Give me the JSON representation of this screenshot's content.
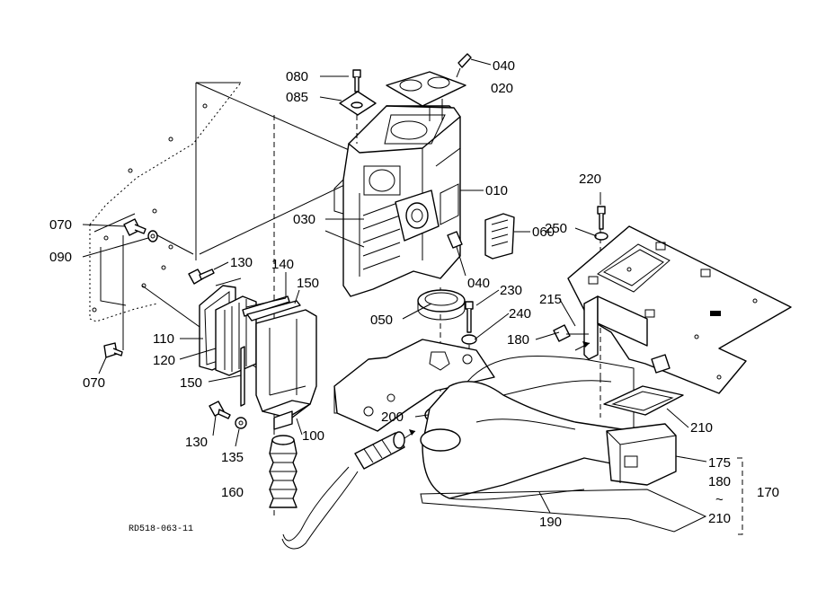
{
  "diagram_code": "RD518-063-11",
  "part_numbers": {
    "p010": "010",
    "p020": "020",
    "p030": "030",
    "p040a": "040",
    "p040b": "040",
    "p050": "050",
    "p060": "060",
    "p070a": "070",
    "p070b": "070",
    "p080": "080",
    "p085": "085",
    "p090": "090",
    "p100": "100",
    "p110": "110",
    "p120": "120",
    "p130a": "130",
    "p130b": "130",
    "p135": "135",
    "p140": "140",
    "p150a": "150",
    "p150b": "150",
    "p160": "160",
    "p170": "170",
    "p175": "175",
    "p180a": "180",
    "p180b": "180",
    "p190": "190",
    "p200": "200",
    "p210a": "210",
    "p210b": "210",
    "p215": "215",
    "p220": "220",
    "p230": "230",
    "p240": "240",
    "p250": "250",
    "tilde": "~"
  }
}
